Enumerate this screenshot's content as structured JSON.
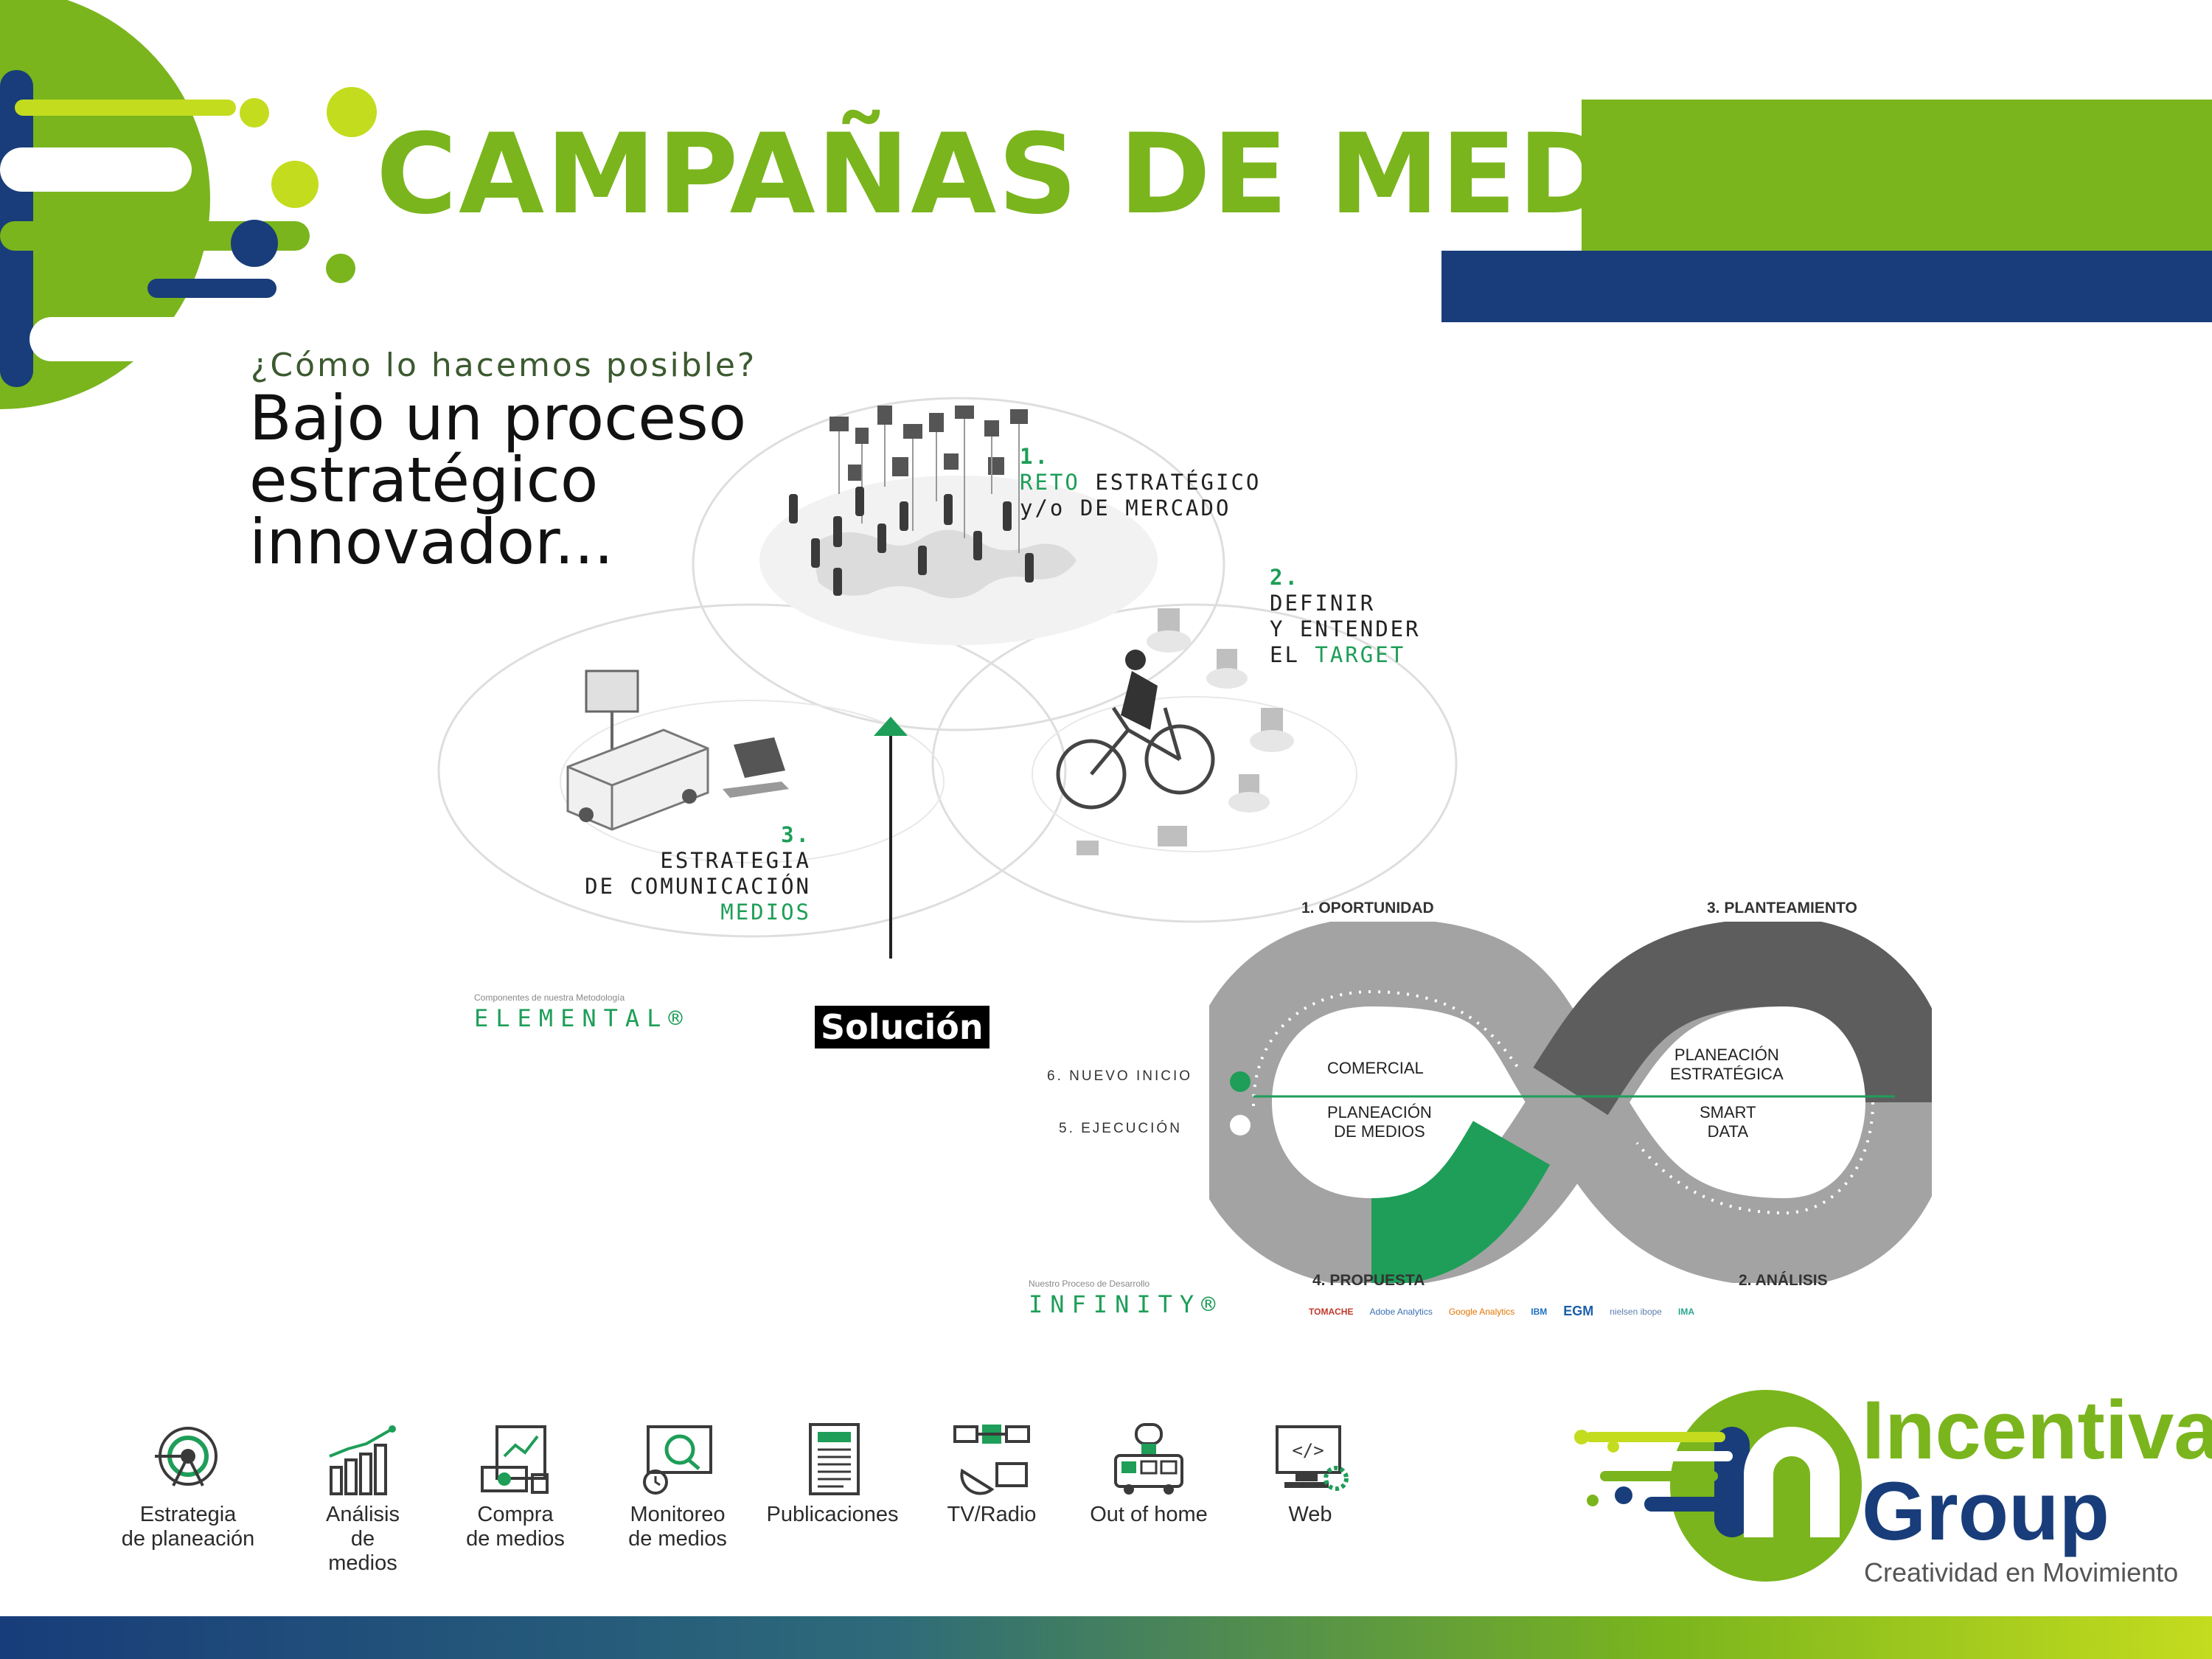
{
  "header": {
    "title": "CAMPAÑAS DE MEDIOS"
  },
  "intro": {
    "question": "¿Cómo lo hacemos posible?",
    "headline_lines": [
      "Bajo un proceso",
      "estratégico",
      "innovador..."
    ]
  },
  "elemental": {
    "step1": {
      "num": "1.",
      "highlight": "RETO",
      "rest": "ESTRATÉGICO",
      "line2": "y/o DE MERCADO"
    },
    "step2": {
      "num": "2.",
      "line1": "DEFINIR",
      "line2": "Y ENTENDER",
      "line3_pre": "EL",
      "line3_highlight": "TARGET"
    },
    "step3": {
      "num": "3.",
      "line1": "ESTRATEGIA",
      "line2": "DE COMUNICACIÓN",
      "line3_highlight": "MEDIOS"
    },
    "caption": "Componentes de nuestra Metodología",
    "brand": "ELEMENTAL®",
    "solution": "Solución"
  },
  "infinity": {
    "labels": {
      "oportunidad": "1. OPORTUNIDAD",
      "planteamiento": "3. PLANTEAMIENTO",
      "propuesta": "4. PROPUESTA",
      "analisis": "2. ANÁLISIS",
      "nuevo_inicio": "6. NUEVO INICIO",
      "ejecucion": "5. EJECUCIÓN"
    },
    "center": {
      "comercial": "COMERCIAL",
      "planeacion_medios": [
        "PLANEACIÓN",
        "DE MEDIOS"
      ],
      "planeacion_estrategica": [
        "PLANEACIÓN",
        "ESTRATÉGICA"
      ],
      "smart_data": [
        "SMART",
        "DATA"
      ]
    },
    "caption": "Nuestro Proceso de Desarrollo",
    "brand": "INFINITY®",
    "partners": [
      "TOMACHE",
      "Adobe Analytics",
      "Google Analytics",
      "IBM",
      "EGM",
      "nielsen ibope",
      "IMA"
    ],
    "colors": {
      "green": "#1e9e58",
      "light": "#9a9a9a",
      "dark": "#5d5d5d"
    }
  },
  "services": [
    {
      "label": "Estrategia\nde planeación",
      "icon": "target-icon"
    },
    {
      "label": "Análisis\nde\nmedios",
      "icon": "bar-chart-icon"
    },
    {
      "label": "Compra\nde medios",
      "icon": "money-chart-icon"
    },
    {
      "label": "Monitoreo\nde medios",
      "icon": "monitor-search-icon"
    },
    {
      "label": "Publicaciones",
      "icon": "newspaper-icon"
    },
    {
      "label": "TV/Radio",
      "icon": "satellite-tv-icon"
    },
    {
      "label": "Out of home",
      "icon": "bus-icon"
    },
    {
      "label": "Web",
      "icon": "web-code-icon"
    }
  ],
  "logo": {
    "line1": "Incentiva",
    "line2": "Group",
    "tagline": "Creatividad en Movimiento"
  },
  "colors": {
    "brand_green": "#7ab51d",
    "brand_navy": "#183d7a",
    "accent_green": "#1e9e58"
  }
}
